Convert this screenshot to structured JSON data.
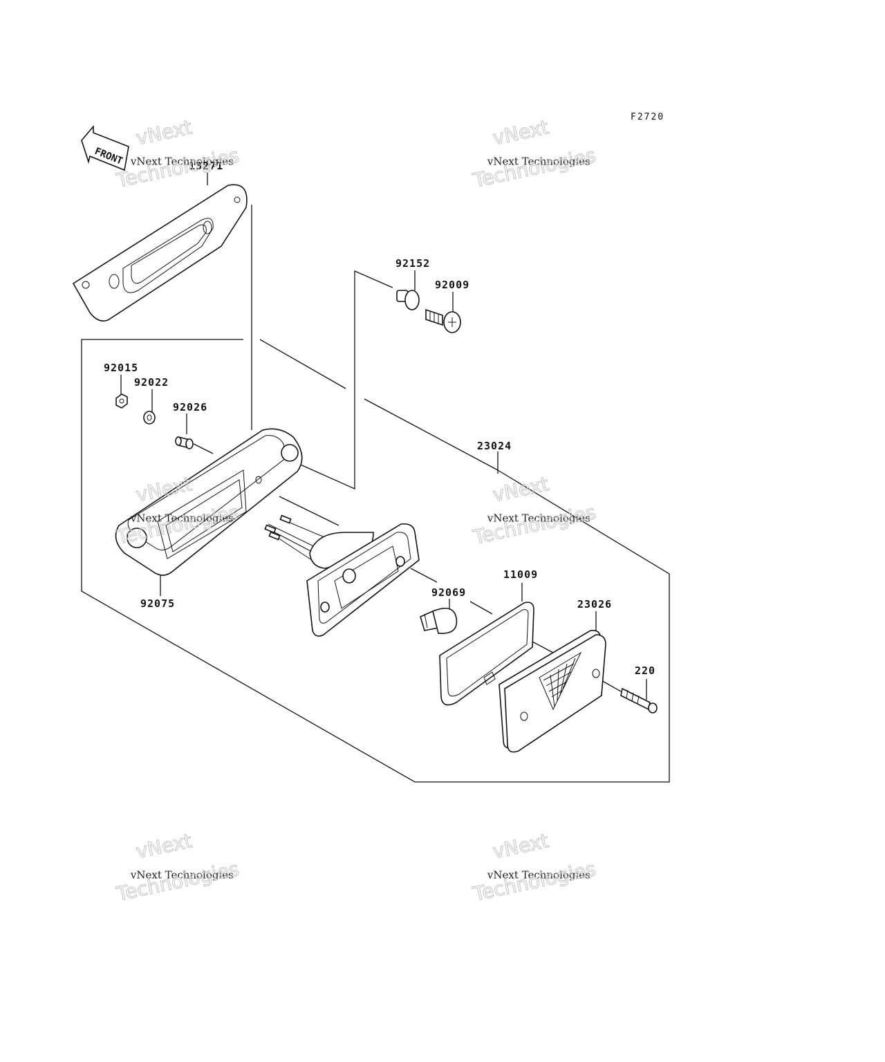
{
  "figure_code": "F2720",
  "front_arrow_label": "FRONT",
  "watermark": {
    "line1": "vNext",
    "line2": "vNext Technologies",
    "line3": "Technologies"
  },
  "parts": [
    {
      "number": "13271"
    },
    {
      "number": "92152"
    },
    {
      "number": "92009"
    },
    {
      "number": "92015"
    },
    {
      "number": "92022"
    },
    {
      "number": "92026"
    },
    {
      "number": "23024"
    },
    {
      "number": "92075"
    },
    {
      "number": "92069"
    },
    {
      "number": "11009"
    },
    {
      "number": "23026"
    },
    {
      "number": "220"
    }
  ]
}
